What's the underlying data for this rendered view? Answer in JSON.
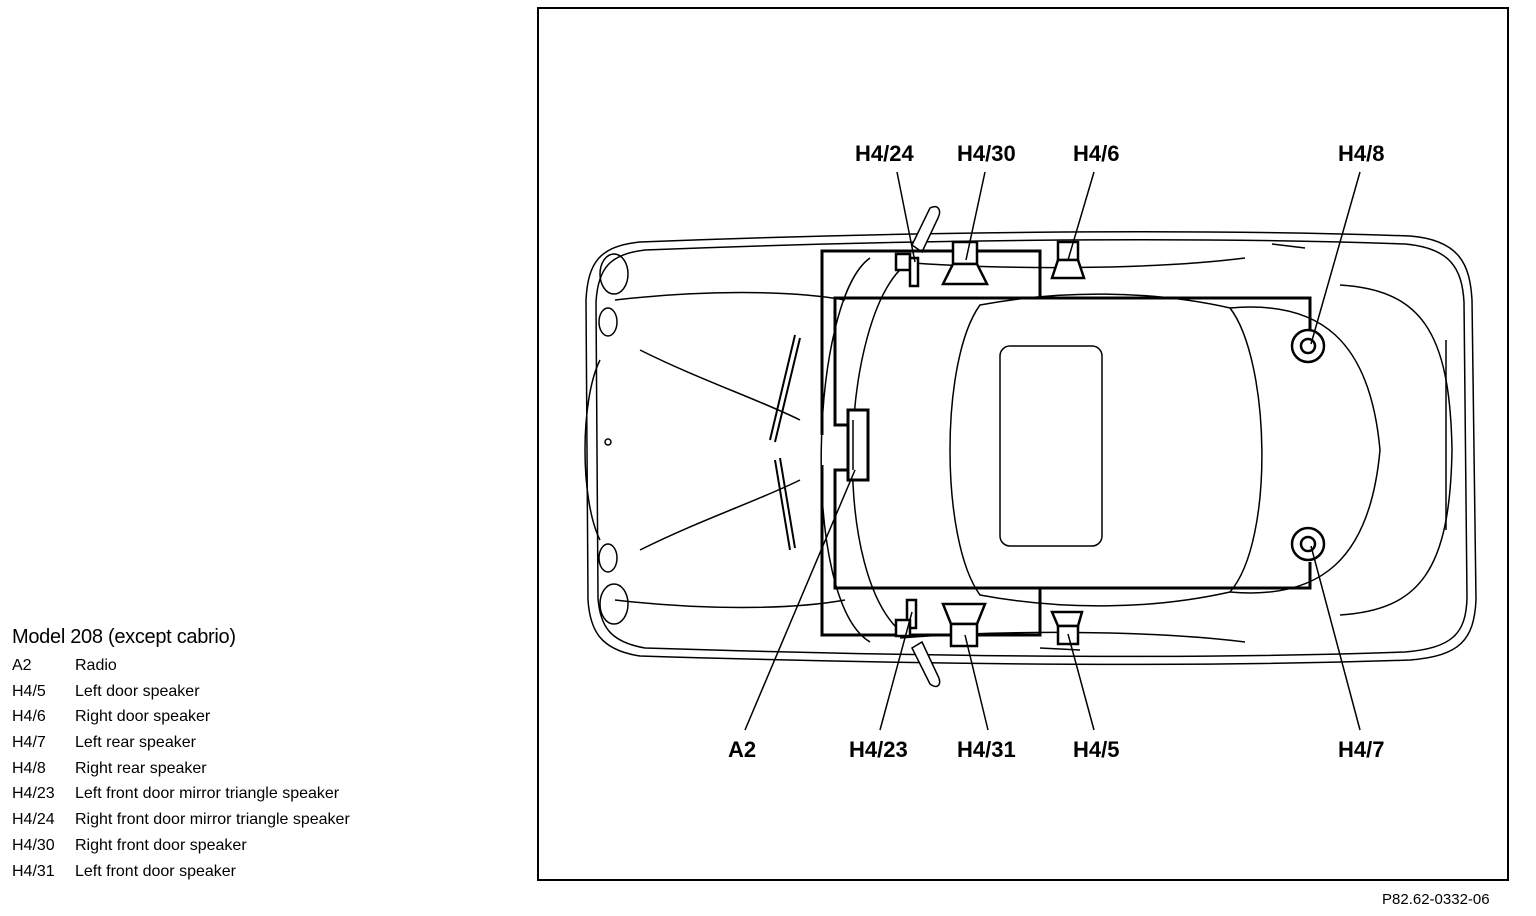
{
  "legend": {
    "title": "Model 208 (except cabrio)",
    "items": [
      {
        "code": "A2",
        "label": "Radio"
      },
      {
        "code": "H4/5",
        "label": "Left door speaker"
      },
      {
        "code": "H4/6",
        "label": "Right door speaker"
      },
      {
        "code": "H4/7",
        "label": "Left rear speaker"
      },
      {
        "code": "H4/8",
        "label": "Right rear speaker"
      },
      {
        "code": "H4/23",
        "label": "Left front door mirror triangle speaker"
      },
      {
        "code": "H4/24",
        "label": "Right front door mirror triangle speaker"
      },
      {
        "code": "H4/30",
        "label": "Right front door speaker"
      },
      {
        "code": "H4/31",
        "label": "Left front door speaker"
      }
    ]
  },
  "callouts": {
    "h4_24": "H4/24",
    "h4_30": "H4/30",
    "h4_6": "H4/6",
    "h4_8": "H4/8",
    "a2": "A2",
    "h4_23": "H4/23",
    "h4_31": "H4/31",
    "h4_5": "H4/5",
    "h4_7": "H4/7"
  },
  "figure_ref": "P82.62-0332-06"
}
